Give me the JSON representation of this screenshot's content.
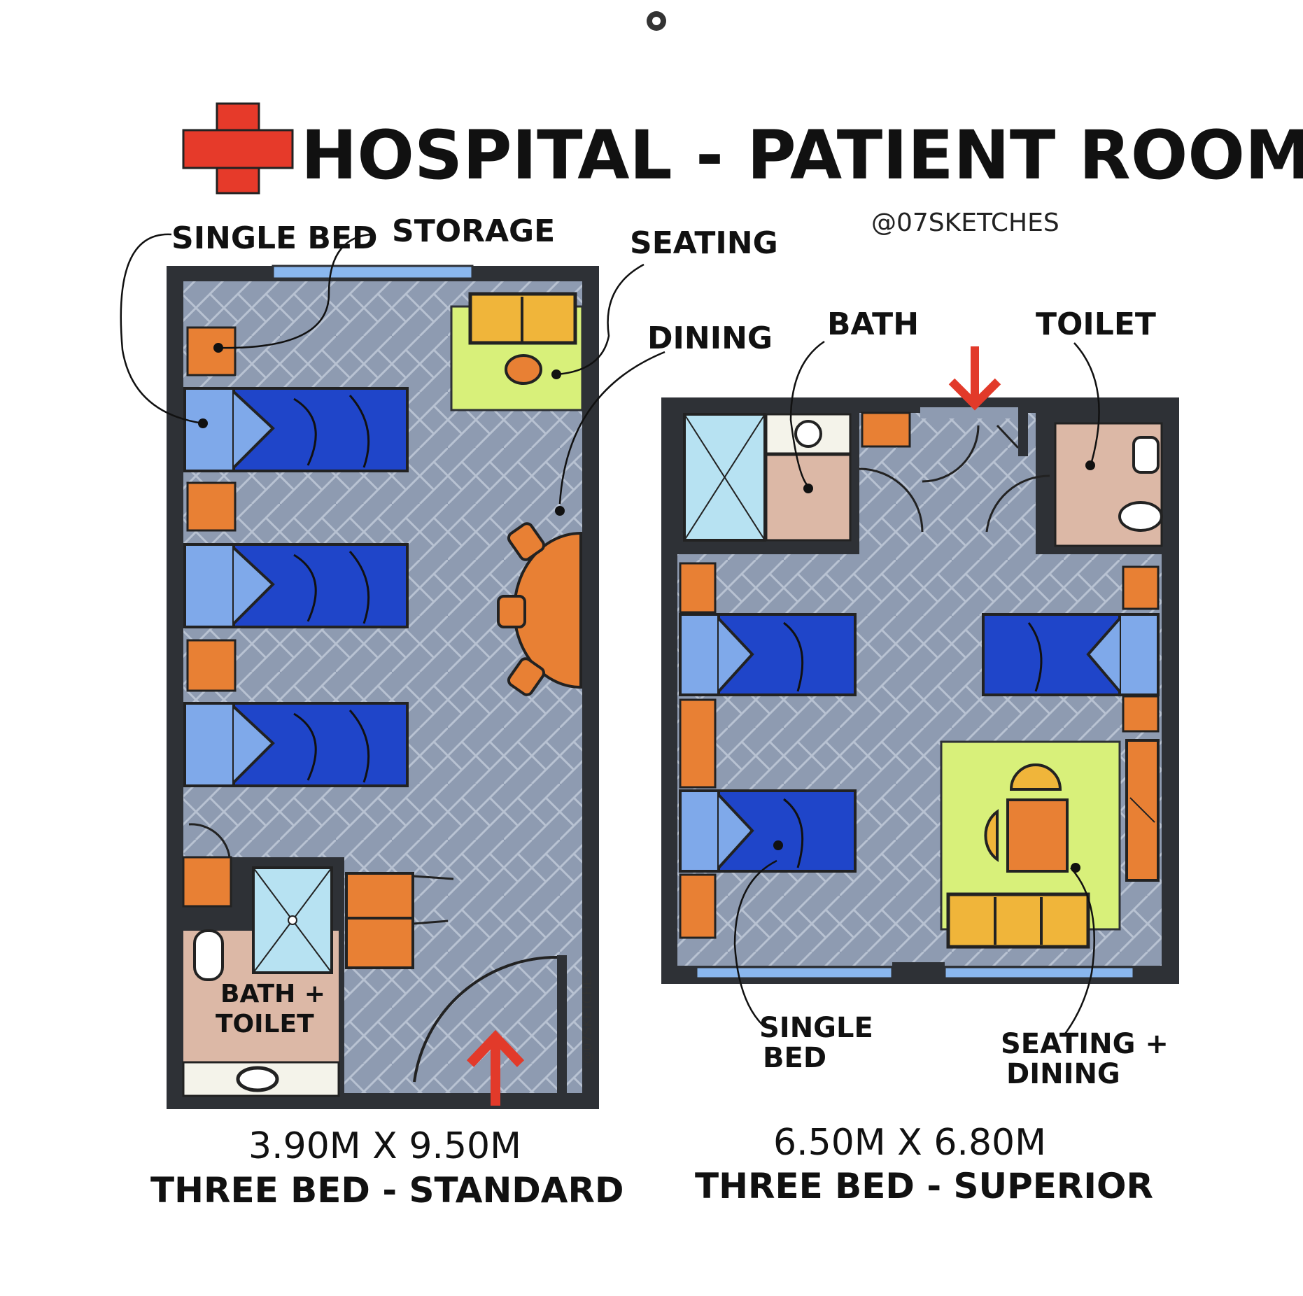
{
  "title": "HOSPITAL - PATIENT ROOM",
  "credit": "@07SKETCHES",
  "watermark_small": "@07SKETCHES",
  "colors": {
    "wall": "#2e3136",
    "floor": "#8e9bb1",
    "bed_blue": "#1f45c9",
    "pillow_blue": "#7fa9ea",
    "orange": "#e88034",
    "yellow": "#f0b53a",
    "lime": "#d8f07a",
    "bath_pink": "#dcb8a6",
    "shower_blue": "#b7e2f2",
    "window_blue": "#8ab7ee",
    "cross_red": "#e63a2a",
    "arrow_red": "#e23a2a"
  },
  "standard_room": {
    "labels": {
      "single_bed": "SINGLE BED",
      "storage": "STORAGE",
      "seating": "SEATING",
      "dining": "DINING",
      "bath_toilet_line1": "BATH +",
      "bath_toilet_line2": "TOILET"
    },
    "dimensions": "3.90M X 9.50M",
    "name": "THREE BED - STANDARD"
  },
  "superior_room": {
    "labels": {
      "bath": "BATH",
      "toilet": "TOILET",
      "single_bed_line1": "SINGLE",
      "single_bed_line2": "BED",
      "seating_dining_line1": "SEATING +",
      "seating_dining_line2": "DINING"
    },
    "dimensions": "6.50M X 6.80M",
    "name": "THREE BED - SUPERIOR"
  }
}
